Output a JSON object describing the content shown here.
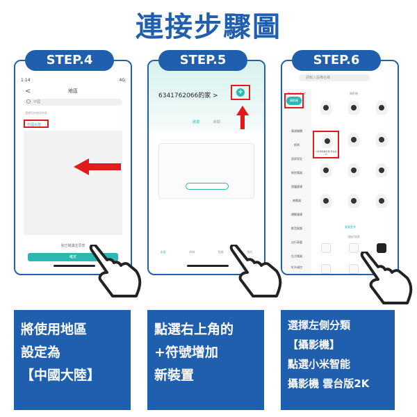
{
  "title": "連接步驟圖",
  "colors": {
    "primary": "#1f5fae",
    "accent": "#2ab8b0",
    "highlight": "#e11b1b"
  },
  "steps": [
    {
      "label": "STEP.4",
      "desc": [
        "將使用地區",
        "設定為",
        "【中國大陸】"
      ]
    },
    {
      "label": "STEP.5",
      "desc": [
        "點選右上角的",
        "+符號增加",
        "新裝置"
      ]
    },
    {
      "label": "STEP.6",
      "desc": [
        "選擇左側分類",
        "【攝影機】",
        "點選小米智能",
        "攝影機 雲台版2K"
      ]
    }
  ],
  "step4": {
    "time": "1:14",
    "signal": "4G",
    "screen_title": "地區",
    "back": "<",
    "search_placeholder": "中國",
    "hint": "選擇您的使用地區",
    "selected_region": "中國大陸",
    "agree_text": "我已閱讀並同意",
    "confirm_button": "確定"
  },
  "step5": {
    "home_title": "6341762066的家 >",
    "tabs": [
      "裝置",
      "房間"
    ],
    "nav": [
      "米家",
      "商城",
      "智能",
      "我的"
    ]
  },
  "step6": {
    "search_placeholder": "請輸入設備名稱",
    "sidebar": [
      "New product",
      "攝影機",
      "電源開關",
      "照明",
      "居家保全",
      "廚房電器",
      "個護健康",
      "感應器",
      "運動健康",
      "影音娛樂",
      "出行車載",
      "生活電器",
      "紅外遙控",
      "其他"
    ],
    "section_camera": "攝影機",
    "section_plug": "插座/插頭",
    "more": "查看更多",
    "product_highlight": "小米智能攝影機 雲台版2K"
  }
}
